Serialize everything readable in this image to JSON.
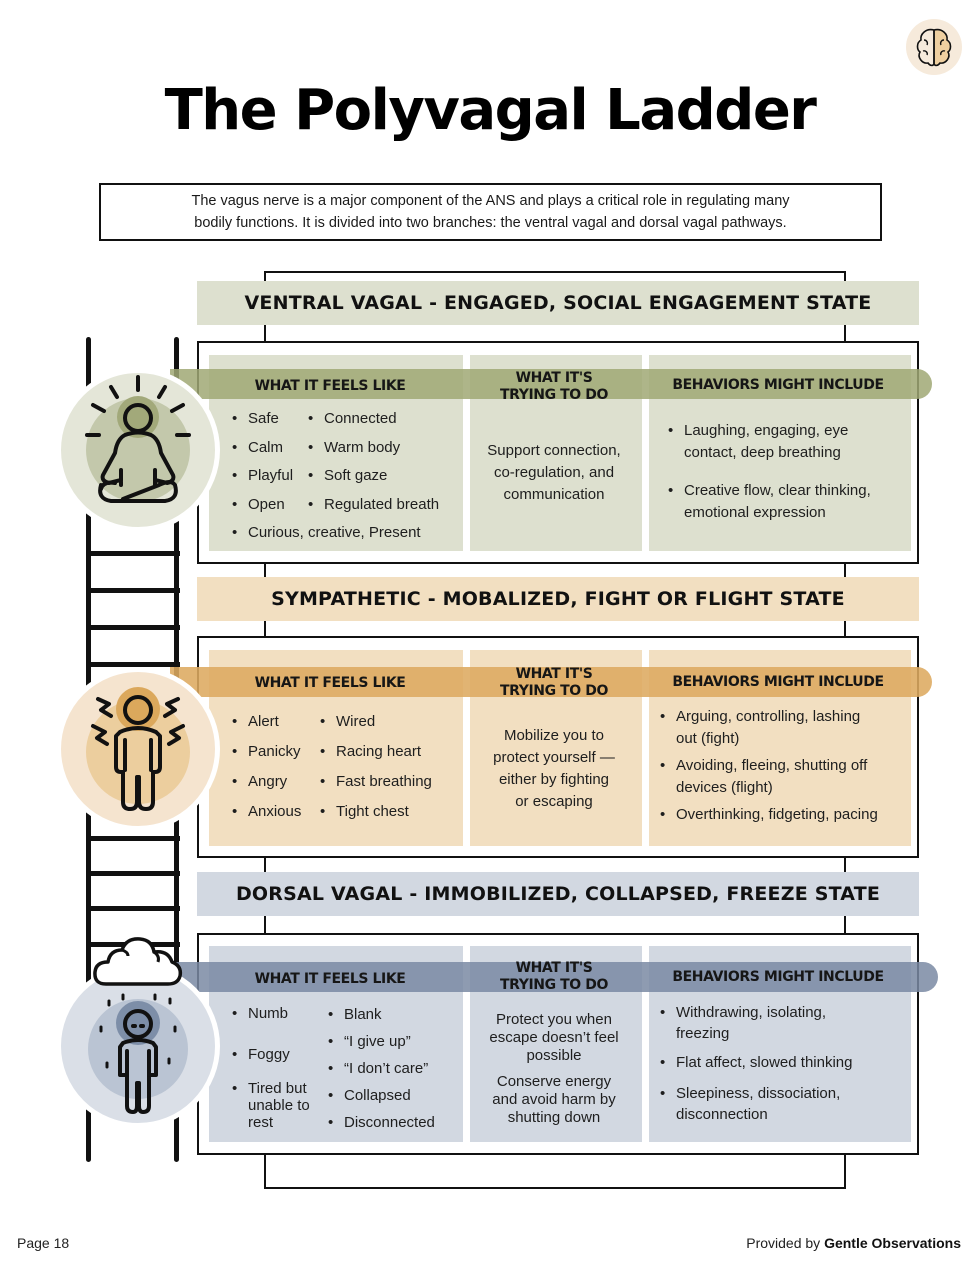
{
  "page": {
    "title": "The Polyvagal Ladder",
    "intro_line1": "The vagus nerve is a major component of the ANS and plays a critical role in regulating many",
    "intro_line2": "bodily functions. It is divided into two branches: the ventral vagal and dorsal vagal pathways.",
    "brain_icon": "brain-icon"
  },
  "columns": {
    "feels": "WHAT IT FEELS LIKE",
    "trying_line1": "WHAT IT'S",
    "trying_line2": "TRYING TO DO",
    "behaviors": "BEHAVIORS MIGHT INCLUDE"
  },
  "states": [
    {
      "title": "VENTRAL VAGAL - ENGAGED, SOCIAL ENGAGEMENT STATE",
      "icon": "meditation-icon",
      "colors": {
        "banner": "#dde0cf",
        "panel": "#dde0cf",
        "band": "#a9af82",
        "circle_outer": "#e4e6d8",
        "circle_inner": "#bfc4a6",
        "head": "#a9af82"
      },
      "feels_col1": [
        "Safe",
        "Calm",
        "Playful",
        "Open"
      ],
      "feels_col2": [
        "Connected",
        "Warm body",
        "Soft gaze",
        "Regulated breath"
      ],
      "feels_full": [
        "Curious, creative, Present"
      ],
      "trying": [
        "Support connection,",
        "co-regulation, and",
        "communication"
      ],
      "behaviors": [
        "Laughing, engaging, eye contact, deep breathing",
        "Creative flow, clear thinking, emotional expression"
      ]
    },
    {
      "title": "SYMPATHETIC - MOBALIZED, FIGHT OR FLIGHT STATE",
      "icon": "anxious-person-icon",
      "colors": {
        "banner": "#f2dfc1",
        "panel": "#f2dfc1",
        "band": "#dfb06e",
        "circle_outer": "#f5e4cf",
        "circle_inner": "#ebcb98",
        "head": "#dba85c"
      },
      "feels_col1": [
        "Alert",
        "Panicky",
        "Angry",
        "Anxious"
      ],
      "feels_col2": [
        "Wired",
        "Racing heart",
        "Fast breathing",
        "Tight chest"
      ],
      "trying": [
        "Mobilize you to",
        "protect yourself —",
        "either by fighting",
        "or escaping"
      ],
      "behaviors": [
        "Arguing, controlling, lashing out (fight)",
        "Avoiding, fleeing, shutting off devices (flight)",
        "Overthinking, fidgeting, pacing"
      ]
    },
    {
      "title": "DORSAL VAGAL - IMMOBILIZED, COLLAPSED, FREEZE STATE",
      "icon": "rain-cloud-person-icon",
      "colors": {
        "banner": "#d2d8e1",
        "panel": "#d2d8e1",
        "band": "#8594ab",
        "circle_outer": "#dadfe7",
        "circle_inner": "#b6c1d0",
        "head": "#7d8ea8"
      },
      "feels_col1": [
        "Numb",
        "Foggy",
        "Tired but unable to rest"
      ],
      "feels_col2": [
        "Blank",
        "“I give up”",
        "“I don’t care”",
        "Collapsed",
        "Disconnected"
      ],
      "trying": [
        "Protect you when",
        "escape doesn’t feel",
        "possible",
        "Conserve energy",
        "and avoid harm by",
        "shutting down"
      ],
      "behaviors": [
        "Withdrawing, isolating, freezing",
        "Flat affect, slowed thinking",
        "Sleepiness, dissociation, disconnection"
      ]
    }
  ],
  "footer": {
    "page_label": "Page 18",
    "provided_prefix": "Provided by ",
    "provider_name": "Gentle Observations"
  }
}
